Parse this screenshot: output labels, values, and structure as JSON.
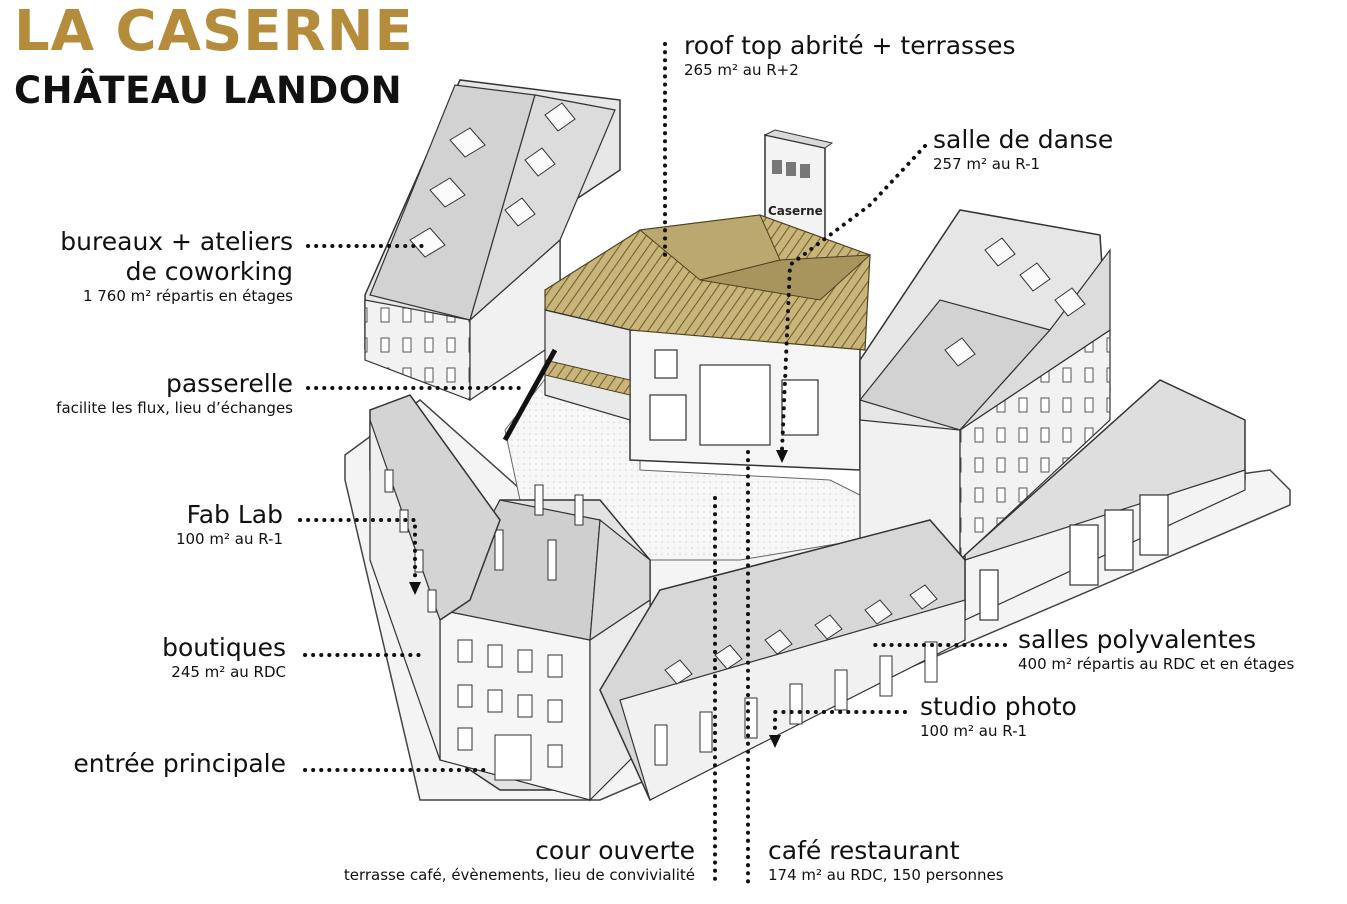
{
  "title": {
    "line1": "LA CASERNE",
    "line2": "CHÂTEAU LANDON"
  },
  "colors": {
    "gold": "#b48c3c",
    "dark": "#111111",
    "roof": "#d6d6d6",
    "wall": "#eeeeee",
    "timber": "#b9a46a"
  },
  "tower_sign": "Caserne",
  "labels": {
    "rooftop": {
      "main": "roof top abrité + terrasses",
      "sub": "265 m²  au R+2"
    },
    "danse": {
      "main": "salle de danse",
      "sub": "257 m² au R-1"
    },
    "bureaux": {
      "main1": "bureaux + ateliers",
      "main2": "de coworking",
      "sub": "1 760 m² répartis en étages"
    },
    "passerelle": {
      "main": "passerelle",
      "sub": "facilite les flux, lieu d’échanges"
    },
    "fablab": {
      "main": "Fab Lab",
      "sub": "100 m² au R-1"
    },
    "boutiques": {
      "main": "boutiques",
      "sub": "245 m² au RDC"
    },
    "entree": {
      "main": "entrée principale"
    },
    "polyvalentes": {
      "main": "salles polyvalentes",
      "sub": "400 m² répartis au RDC et en étages"
    },
    "studio": {
      "main": "studio photo",
      "sub": "100 m² au R-1"
    },
    "cour": {
      "main": "cour ouverte",
      "sub": "terrasse café, évènements, lieu de convivialité"
    },
    "cafe": {
      "main": "café restaurant",
      "sub": "174 m² au RDC, 150 personnes"
    }
  }
}
